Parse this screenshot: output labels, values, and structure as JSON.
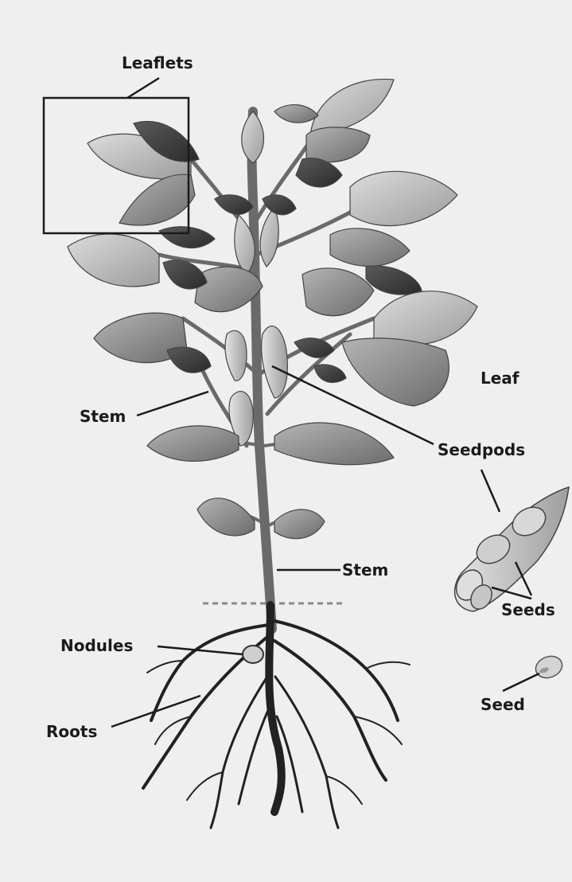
{
  "diagram": {
    "labels": {
      "leaflets": "Leaflets",
      "leaf": "Leaf",
      "stem_upper": "Stem",
      "seedpods": "Seedpods",
      "stem_lower": "Stem",
      "seeds": "Seeds",
      "nodules": "Nodules",
      "seed": "Seed",
      "roots": "Roots"
    },
    "colors": {
      "background": "#efefef",
      "leaf_dark": "#3a3a3a",
      "leaf_mid": "#8a8a8a",
      "leaf_light": "#c4c4c4",
      "stem": "#6e6e6e",
      "root": "#222222",
      "label_line": "#1b1b1b"
    }
  }
}
